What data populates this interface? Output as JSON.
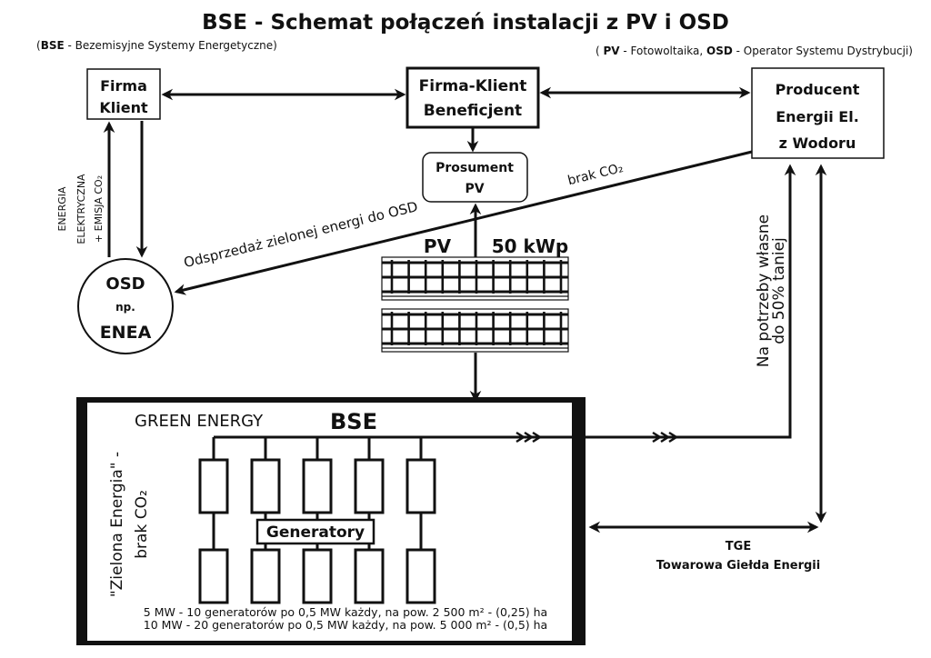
{
  "title": "BSE - Schemat połączeń instalacji z PV i OSD",
  "subtitle_left": {
    "paren_open": "(",
    "abbr": "BSE",
    "rest": " - Bezemisyjne Systemy Energetyczne)"
  },
  "subtitle_right": {
    "paren_open": "( ",
    "abbr1": "PV",
    "rest1": " - Fotowoltaika, ",
    "abbr2": "OSD",
    "rest2": " - Operator Systemu Dystrybucji)"
  },
  "nodes": {
    "firma_klient": {
      "line1": "Firma",
      "line2": "Klient"
    },
    "beneficjent": {
      "line1": "Firma-Klient",
      "line2": "Beneficjent"
    },
    "producent": {
      "line1": "Producent",
      "line2": "Energii El.",
      "line3": "z Wodoru"
    },
    "prosument": {
      "line1": "Prosument",
      "line2": "PV"
    },
    "osd": {
      "line1": "OSD",
      "line2": "np.",
      "line3": "ENEA"
    },
    "tge": {
      "line1": "TGE",
      "line2": "Towarowa Giełda Energii"
    }
  },
  "labels": {
    "energia_line1": "ENERGIA",
    "energia_line2": "ELEKTRYCZNA",
    "energia_line3": "+ EMISJA CO₂",
    "odsprzedaz": "Odsprzedaż zielonej energi do OSD",
    "brak_co2": "brak CO₂",
    "pv": "PV",
    "pv_power": "50 kWp",
    "potrzeby_line1": "Na potrzeby własne",
    "potrzeby_line2": "do 50% taniej"
  },
  "bse_box": {
    "green_energy": "GREEN ENERGY",
    "title": "BSE",
    "side_line1": "\"Zielona Energia\" -",
    "side_line2": "brak CO₂",
    "generators_label": "Generatory",
    "generator_columns": 5,
    "generator_rows": 2,
    "note_line1": "5 MW - 10 generatorów po 0,5 MW każdy, na pow. 2 500 m² - (0,25) ha",
    "note_line2": "10 MW - 20 generatorów po 0,5 MW każdy, na pow. 5 000 m² - (0,5) ha"
  }
}
